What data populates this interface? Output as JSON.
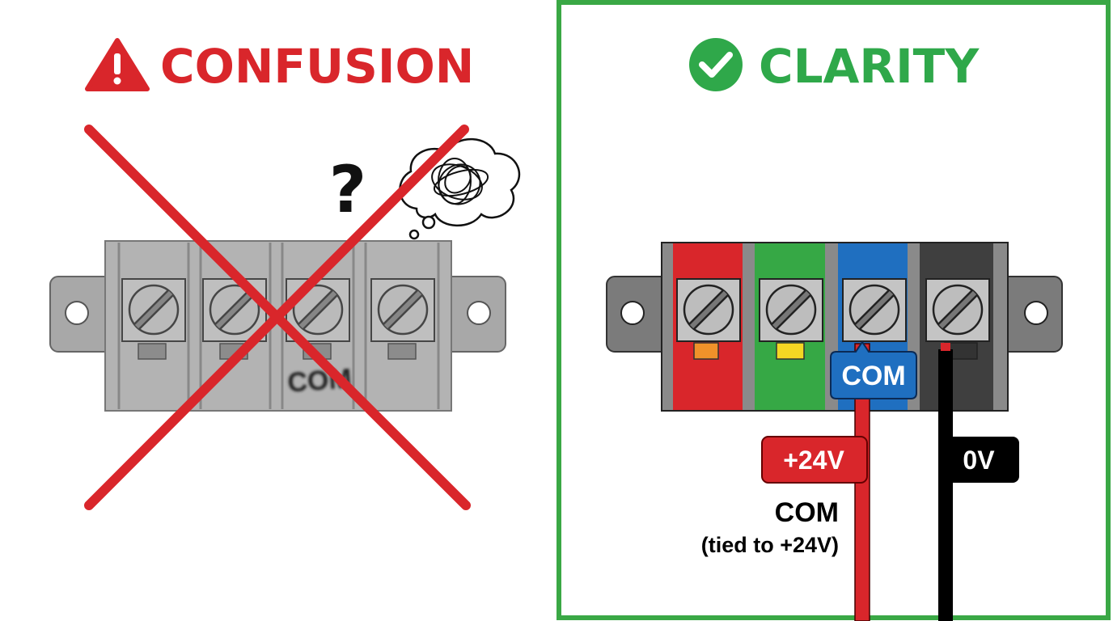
{
  "left_panel": {
    "title": "CONFUSION",
    "question_mark": "?",
    "terminal_label": "COM",
    "colors": {
      "accent": "#d9262b",
      "block": "#a6a6a6"
    }
  },
  "right_panel": {
    "title": "CLARITY",
    "terminal_label": "COM",
    "wire_labels": {
      "positive": "+24V",
      "ground": "0V"
    },
    "com_note": "COM",
    "com_note_detail": "(tied to +24V)",
    "colors": {
      "accent": "#2fa84a",
      "red": "#d9262b",
      "green": "#36a845",
      "blue": "#1f6fc0",
      "dark": "#3f3f3f"
    }
  }
}
